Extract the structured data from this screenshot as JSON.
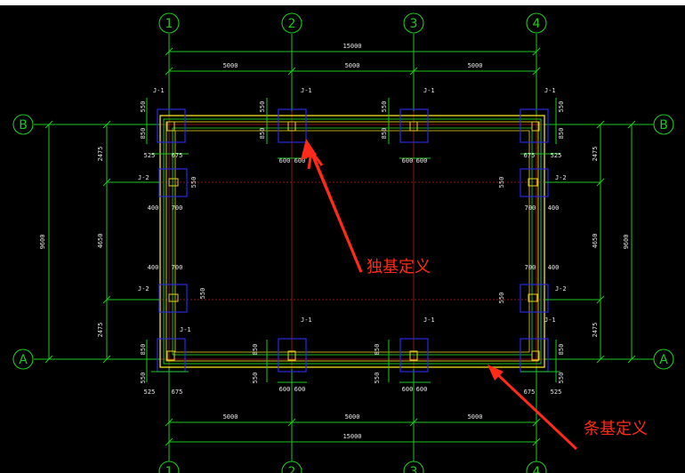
{
  "grid": {
    "columns": [
      "1",
      "2",
      "3",
      "4"
    ],
    "rows": [
      "B",
      "A"
    ]
  },
  "dims": {
    "top_total": "15000",
    "top_spans": [
      "5000",
      "5000",
      "5000"
    ],
    "bottom_total": "15000",
    "bottom_spans": [
      "5000",
      "5000",
      "5000"
    ],
    "left_total": "9600",
    "right_total": "9600",
    "left_parts": [
      "2475",
      "4650",
      "2475"
    ],
    "right_parts": [
      "2475",
      "4650",
      "2475"
    ],
    "footing_850": "850",
    "footing_550": "550",
    "footing_525": "525",
    "footing_675": "675",
    "footing_600": "600",
    "footing_400": "400",
    "footing_700": "700"
  },
  "footings": {
    "j1": "J-1",
    "j2": "J-2"
  },
  "annotations": {
    "isolated": "独基定义",
    "strip": "条基定义"
  },
  "colors": {
    "background": "#000000",
    "dimension": "#1ec81e",
    "footing": "#2a2ae0",
    "axis": "#b02020",
    "strip_outer": "#e6d21a",
    "arrow": "#ff2a1a"
  }
}
